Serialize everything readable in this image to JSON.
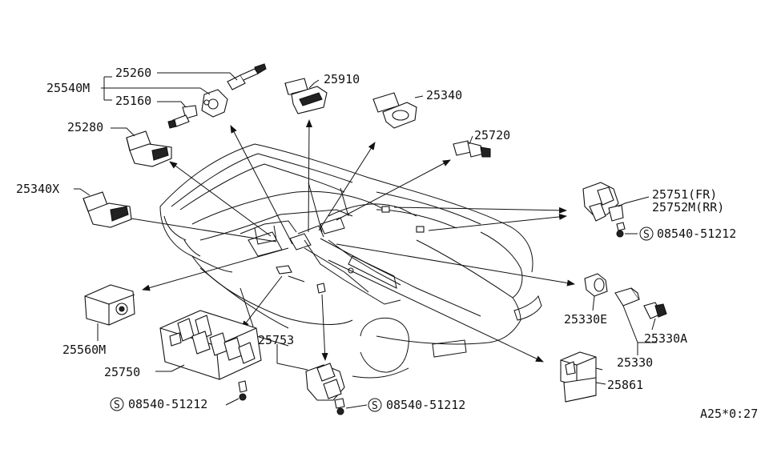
{
  "parts": {
    "p25540M": "25540M",
    "p25260": "25260",
    "p25160": "25160",
    "p25910": "25910",
    "p25340": "25340",
    "p25280": "25280",
    "p25720": "25720",
    "p25340X": "25340X",
    "p25751": "25751(FR)",
    "p25752M": "25752M(RR)",
    "p08540_right": "08540-51212",
    "p25560M": "25560M",
    "p25330E": "25330E",
    "p25330A": "25330A",
    "p25330": "25330",
    "p25750": "25750",
    "p25753": "25753",
    "p08540_left": "08540-51212",
    "p08540_mid": "08540-51212",
    "p25861": "25861"
  },
  "screw_symbol": "S",
  "footer_code": "A25*0:27"
}
